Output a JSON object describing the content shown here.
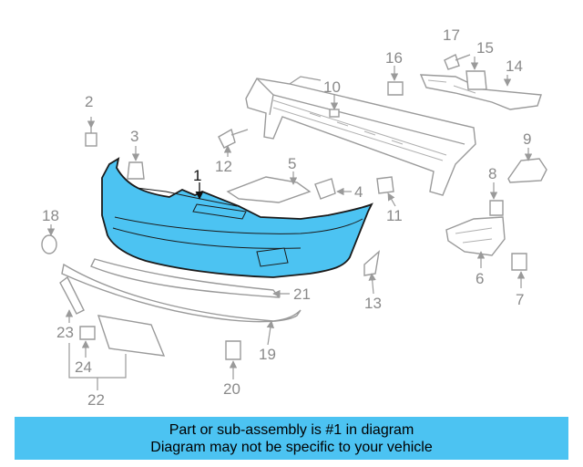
{
  "caption": {
    "line1": "Part or sub-assembly is #1 in diagram",
    "line2": "Diagram may not be specific to your vehicle"
  },
  "highlight_color": "#4cc3f2",
  "callouts": {
    "c1": "1",
    "c2": "2",
    "c3": "3",
    "c4": "4",
    "c5": "5",
    "c6": "6",
    "c7": "7",
    "c8": "8",
    "c9": "9",
    "c10": "10",
    "c11": "11",
    "c12": "12",
    "c13": "13",
    "c14": "14",
    "c15": "15",
    "c16": "16",
    "c17": "17",
    "c18": "18",
    "c19": "19",
    "c20": "20",
    "c21": "21",
    "c22": "22",
    "c23": "23",
    "c24": "24"
  }
}
